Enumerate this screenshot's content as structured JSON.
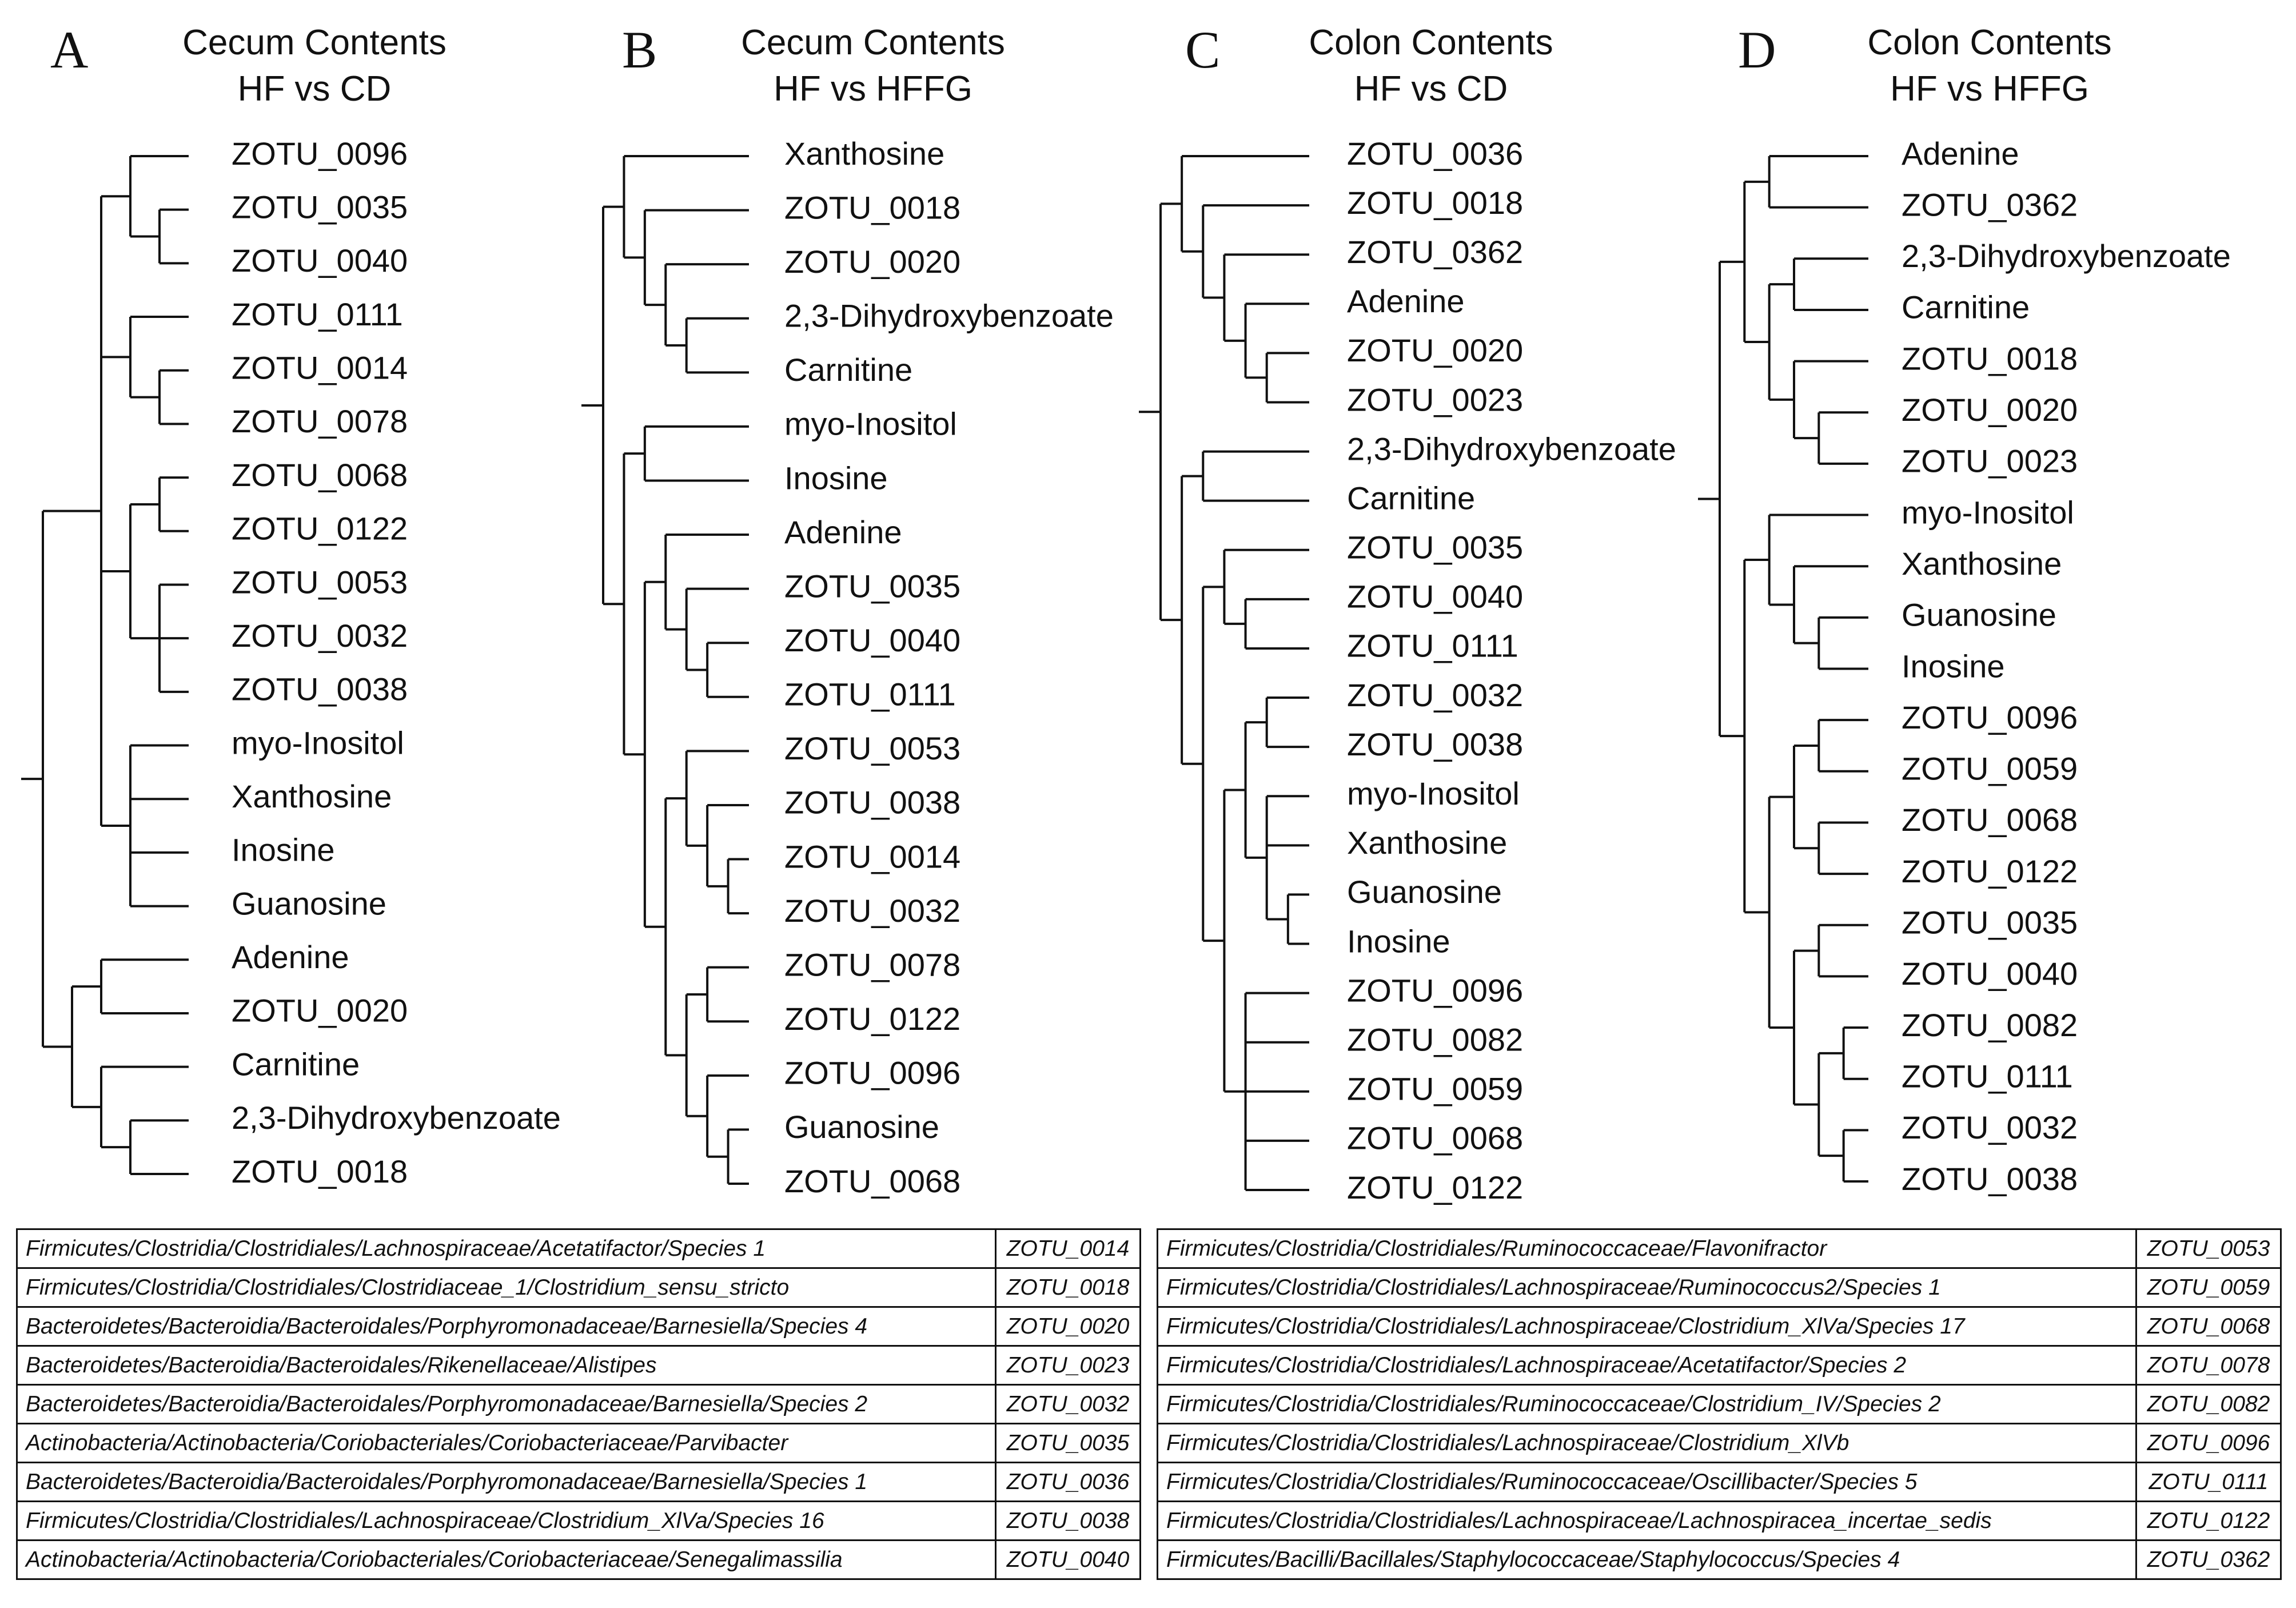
{
  "panels": [
    {
      "letter": "A",
      "title_line1": "Cecum Contents",
      "title_line2": "HF vs CD",
      "tree": [
        [
          [
            [
              [
                "ZOTU_0096"
              ],
              [
                "ZOTU_0035",
                "ZOTU_0040"
              ]
            ],
            [
              [
                "ZOTU_0111"
              ],
              [
                "ZOTU_0014",
                "ZOTU_0078"
              ]
            ],
            [
              [
                "ZOTU_0068",
                "ZOTU_0122"
              ],
              [
                "ZOTU_0053",
                "ZOTU_0032",
                "ZOTU_0038"
              ]
            ],
            [
              "myo-Inositol",
              "Xanthosine",
              "Inosine",
              "Guanosine"
            ]
          ]
        ],
        [
          [
            "Adenine",
            "ZOTU_0020"
          ],
          [
            "Carnitine",
            [
              "2,3-Dihydroxybenzoate",
              "ZOTU_0018"
            ]
          ]
        ]
      ]
    },
    {
      "letter": "B",
      "title_line1": "Cecum Contents",
      "title_line2": "HF vs HFFG",
      "tree": [
        [
          "Xanthosine",
          [
            "ZOTU_0018",
            [
              "ZOTU_0020",
              [
                "2,3-Dihydroxybenzoate",
                "Carnitine"
              ]
            ]
          ]
        ],
        [
          [
            "myo-Inositol",
            "Inosine"
          ],
          [
            [
              "Adenine",
              [
                "ZOTU_0035",
                [
                  "ZOTU_0040",
                  "ZOTU_0111"
                ]
              ]
            ],
            [
              [
                "ZOTU_0053",
                [
                  "ZOTU_0038",
                  [
                    "ZOTU_0014",
                    "ZOTU_0032"
                  ]
                ]
              ],
              [
                [
                  "ZOTU_0078",
                  "ZOTU_0122"
                ],
                [
                  "ZOTU_0096",
                  [
                    "Guanosine",
                    "ZOTU_0068"
                  ]
                ]
              ]
            ]
          ]
        ]
      ]
    },
    {
      "letter": "C",
      "title_line1": "Colon Contents",
      "title_line2": "HF vs CD",
      "tree": [
        [
          "ZOTU_0036",
          [
            "ZOTU_0018",
            [
              "ZOTU_0362",
              [
                "Adenine",
                [
                  "ZOTU_0020",
                  "ZOTU_0023"
                ]
              ]
            ]
          ]
        ],
        [
          [
            "2,3-Dihydroxybenzoate",
            "Carnitine"
          ],
          [
            [
              "ZOTU_0035",
              [
                "ZOTU_0040",
                "ZOTU_0111"
              ]
            ],
            [
              [
                [
                  "ZOTU_0032",
                  "ZOTU_0038"
                ],
                [
                  "myo-Inositol",
                  "Xanthosine",
                  [
                    "Guanosine",
                    "Inosine"
                  ]
                ]
              ],
              [
                "ZOTU_0096",
                "ZOTU_0082",
                "ZOTU_0059",
                "ZOTU_0068",
                "ZOTU_0122"
              ]
            ]
          ]
        ]
      ]
    },
    {
      "letter": "D",
      "title_line1": "Colon Contents",
      "title_line2": "HF vs HFFG",
      "tree": [
        [
          [
            "Adenine",
            "ZOTU_0362"
          ],
          [
            [
              "2,3-Dihydroxybenzoate",
              "Carnitine"
            ],
            [
              "ZOTU_0018",
              [
                "ZOTU_0020",
                "ZOTU_0023"
              ]
            ]
          ]
        ],
        [
          [
            "myo-Inositol",
            [
              "Xanthosine",
              [
                "Guanosine",
                "Inosine"
              ]
            ]
          ],
          [
            [
              [
                "ZOTU_0096",
                "ZOTU_0059"
              ],
              [
                "ZOTU_0068",
                "ZOTU_0122"
              ]
            ],
            [
              [
                "ZOTU_0035",
                "ZOTU_0040"
              ],
              [
                [
                  "ZOTU_0082",
                  "ZOTU_0111"
                ],
                [
                  "ZOTU_0032",
                  "ZOTU_0038"
                ]
              ]
            ]
          ]
        ]
      ]
    }
  ],
  "tables": [
    {
      "rows": [
        {
          "taxonomy": "Firmicutes/Clostridia/Clostridiales/Lachnospiraceae/Acetatifactor/Species 1",
          "zotu": "ZOTU_0014"
        },
        {
          "taxonomy": "Firmicutes/Clostridia/Clostridiales/Clostridiaceae_1/Clostridium_sensu_stricto",
          "zotu": "ZOTU_0018"
        },
        {
          "taxonomy": "Bacteroidetes/Bacteroidia/Bacteroidales/Porphyromonadaceae/Barnesiella/Species 4",
          "zotu": "ZOTU_0020"
        },
        {
          "taxonomy": "Bacteroidetes/Bacteroidia/Bacteroidales/Rikenellaceae/Alistipes",
          "zotu": "ZOTU_0023"
        },
        {
          "taxonomy": "Bacteroidetes/Bacteroidia/Bacteroidales/Porphyromonadaceae/Barnesiella/Species 2",
          "zotu": "ZOTU_0032"
        },
        {
          "taxonomy": "Actinobacteria/Actinobacteria/Coriobacteriales/Coriobacteriaceae/Parvibacter",
          "zotu": "ZOTU_0035"
        },
        {
          "taxonomy": "Bacteroidetes/Bacteroidia/Bacteroidales/Porphyromonadaceae/Barnesiella/Species 1",
          "zotu": "ZOTU_0036"
        },
        {
          "taxonomy": "Firmicutes/Clostridia/Clostridiales/Lachnospiraceae/Clostridium_XlVa/Species 16",
          "zotu": "ZOTU_0038"
        },
        {
          "taxonomy": "Actinobacteria/Actinobacteria/Coriobacteriales/Coriobacteriaceae/Senegalimassilia",
          "zotu": "ZOTU_0040"
        }
      ]
    },
    {
      "rows": [
        {
          "taxonomy": "Firmicutes/Clostridia/Clostridiales/Ruminococcaceae/Flavonifractor",
          "zotu": "ZOTU_0053"
        },
        {
          "taxonomy": "Firmicutes/Clostridia/Clostridiales/Lachnospiraceae/Ruminococcus2/Species 1",
          "zotu": "ZOTU_0059"
        },
        {
          "taxonomy": "Firmicutes/Clostridia/Clostridiales/Lachnospiraceae/Clostridium_XlVa/Species 17",
          "zotu": "ZOTU_0068"
        },
        {
          "taxonomy": "Firmicutes/Clostridia/Clostridiales/Lachnospiraceae/Acetatifactor/Species 2",
          "zotu": "ZOTU_0078"
        },
        {
          "taxonomy": "Firmicutes/Clostridia/Clostridiales/Ruminococcaceae/Clostridium_IV/Species 2",
          "zotu": "ZOTU_0082"
        },
        {
          "taxonomy": "Firmicutes/Clostridia/Clostridiales/Lachnospiraceae/Clostridium_XlVb",
          "zotu": "ZOTU_0096"
        },
        {
          "taxonomy": "Firmicutes/Clostridia/Clostridiales/Ruminococcaceae/Oscillibacter/Species 5",
          "zotu": "ZOTU_0111"
        },
        {
          "taxonomy": "Firmicutes/Clostridia/Clostridiales/Lachnospiraceae/Lachnospiracea_incertae_sedis",
          "zotu": "ZOTU_0122"
        },
        {
          "taxonomy": "Firmicutes/Bacilli/Bacillales/Staphylococcaceae/Staphylococcus/Species 4",
          "zotu": "ZOTU_0362"
        }
      ]
    }
  ]
}
